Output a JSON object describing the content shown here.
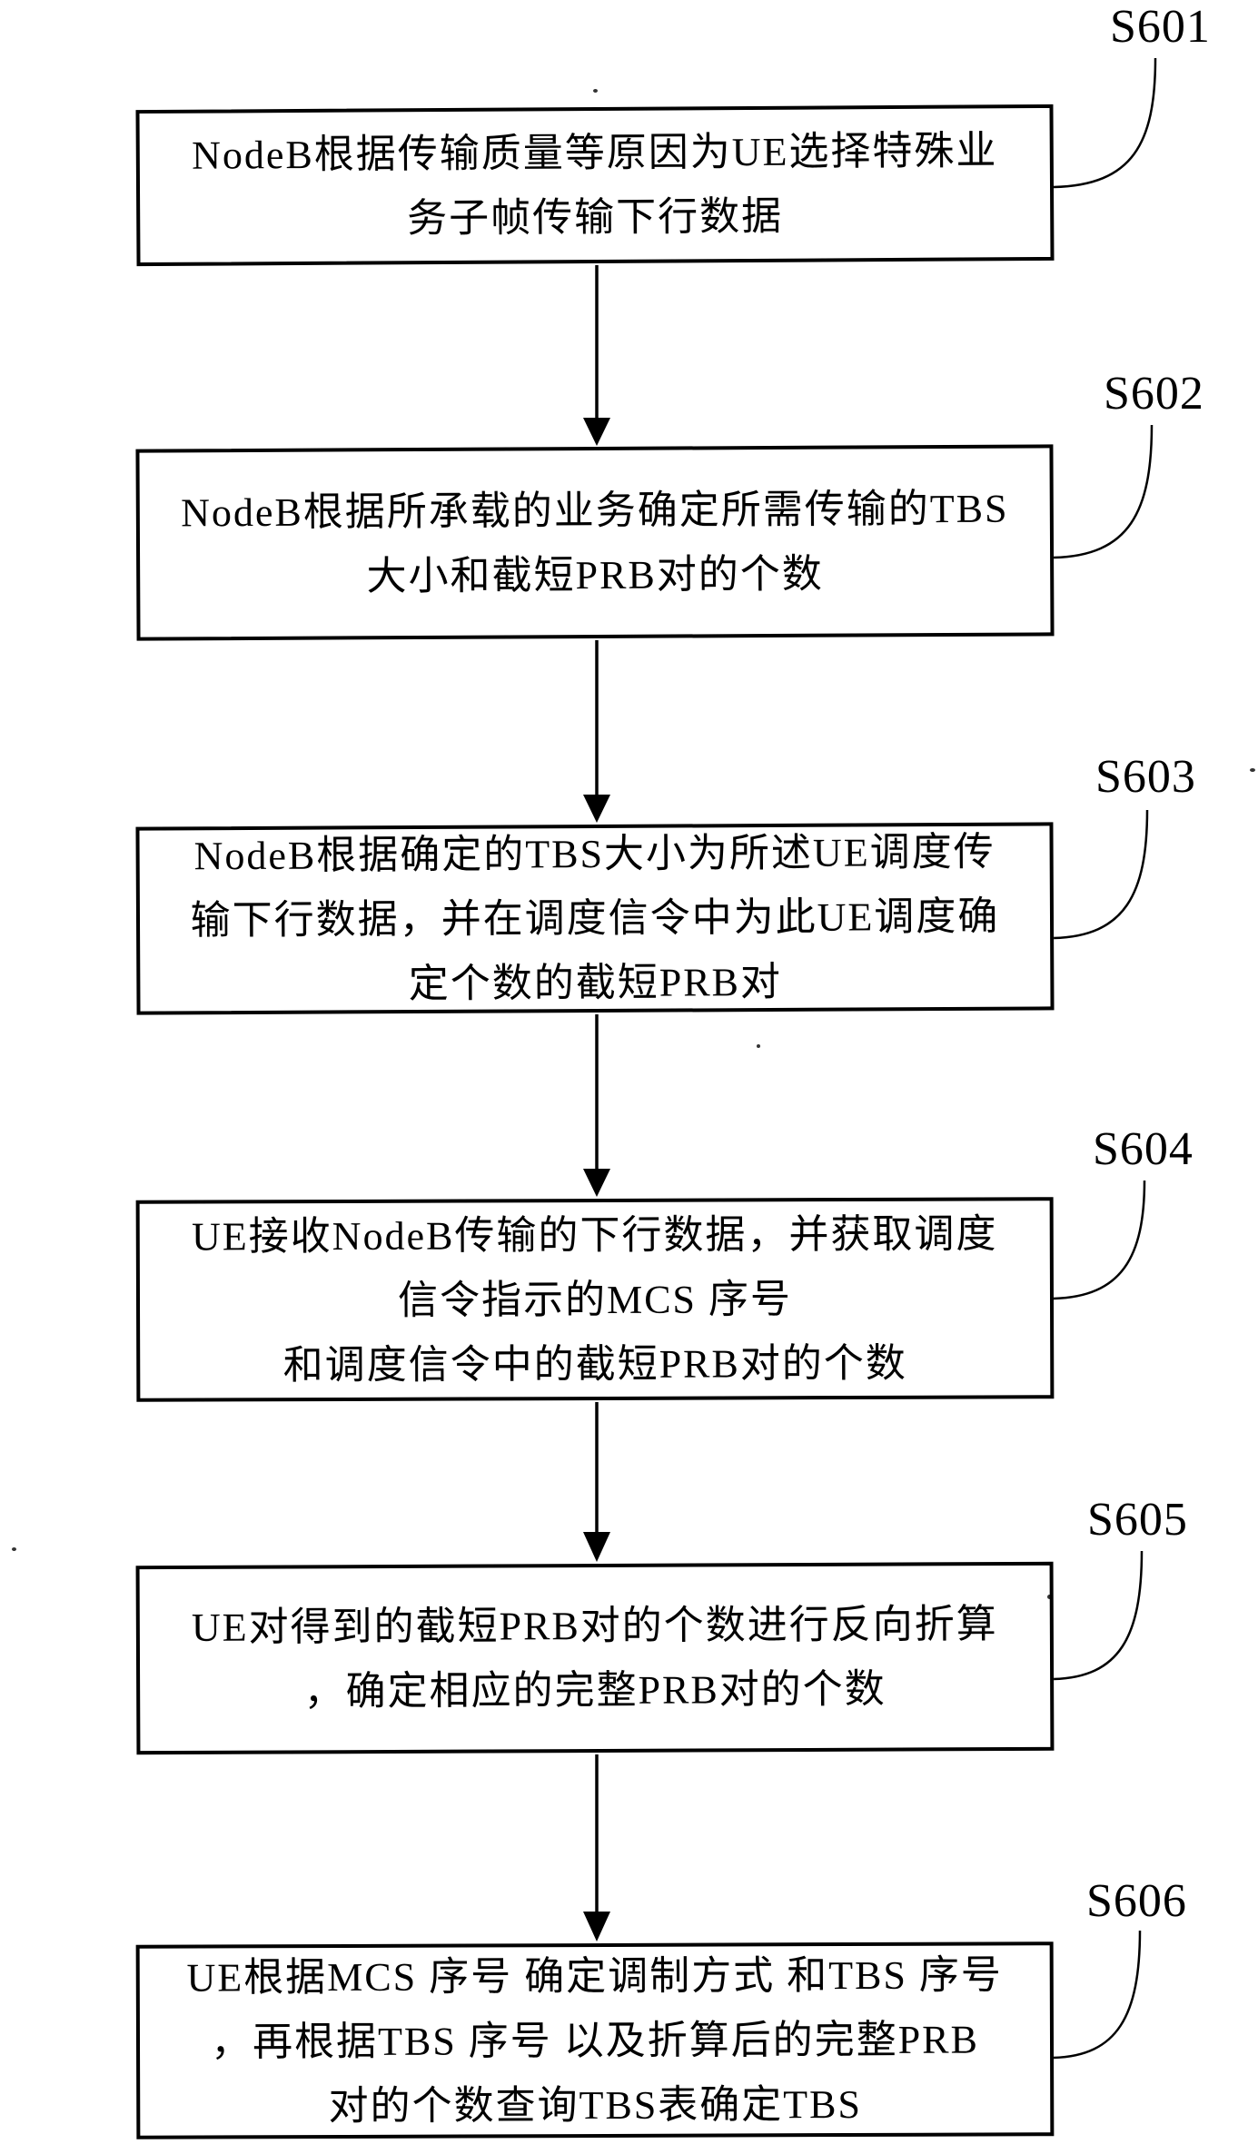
{
  "colors": {
    "ink": "#000000",
    "background": "#ffffff"
  },
  "steps": [
    {
      "id": "S601",
      "lines": [
        "NodeB根据传输质量等原因为UE选择特殊业",
        "务子帧传输下行数据"
      ]
    },
    {
      "id": "S602",
      "lines": [
        "NodeB根据所承载的业务确定所需传输的TBS",
        "大小和截短PRB对的个数"
      ]
    },
    {
      "id": "S603",
      "lines": [
        "NodeB根据确定的TBS大小为所述UE调度传",
        "输下行数据，并在调度信令中为此UE调度确",
        "定个数的截短PRB对"
      ]
    },
    {
      "id": "S604",
      "lines": [
        "UE接收NodeB传输的下行数据，并获取调度",
        "信令指示的MCS 序号",
        "和调度信令中的截短PRB对的个数"
      ]
    },
    {
      "id": "S605",
      "lines": [
        "UE对得到的截短PRB对的个数进行反向折算",
        "，确定相应的完整PRB对的个数"
      ]
    },
    {
      "id": "S606",
      "lines": [
        "UE根据MCS 序号 确定调制方式 和TBS 序号",
        "，再根据TBS 序号 以及折算后的完整PRB",
        "对的个数查询TBS表确定TBS"
      ]
    }
  ]
}
